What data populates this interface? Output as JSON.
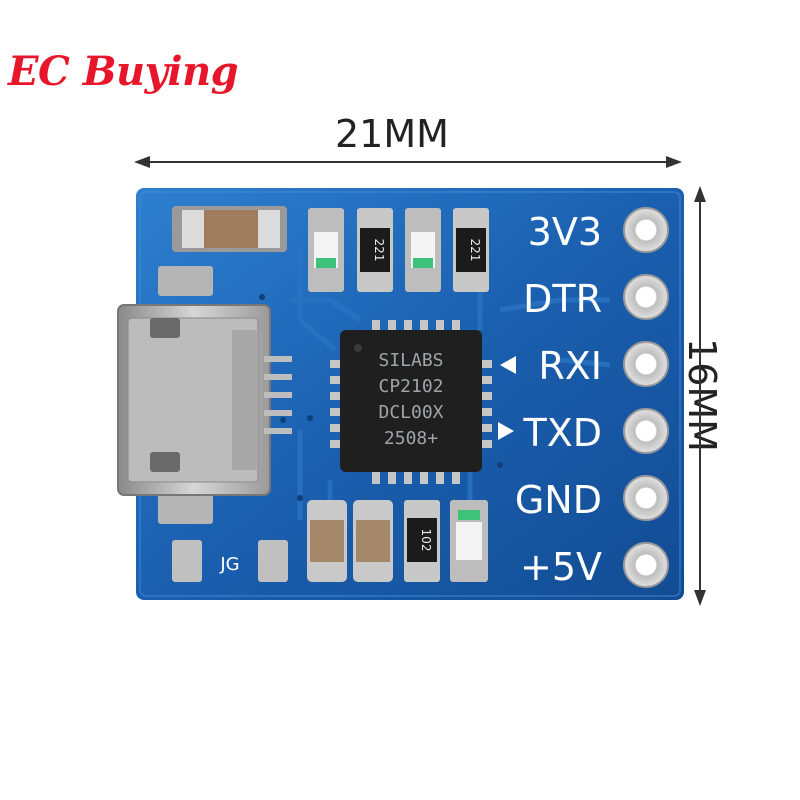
{
  "brand": "EC Buying",
  "dimensions": {
    "width": "21MM",
    "height": "16MM"
  },
  "pins": [
    "3V3",
    "DTR",
    "RXI",
    "TXD",
    "GND",
    "+5V"
  ],
  "chip": {
    "lines": [
      "SILABS",
      "CP2102",
      "DCL00X",
      "2508+"
    ]
  },
  "components": {
    "jumper_label": "JG",
    "resistor_top_1": "221",
    "resistor_top_2": "221",
    "resistor_bottom": "102"
  },
  "colors": {
    "pcb": "#1a5fb4",
    "brand": "#e8162a",
    "pad": "#c9c9c9"
  }
}
